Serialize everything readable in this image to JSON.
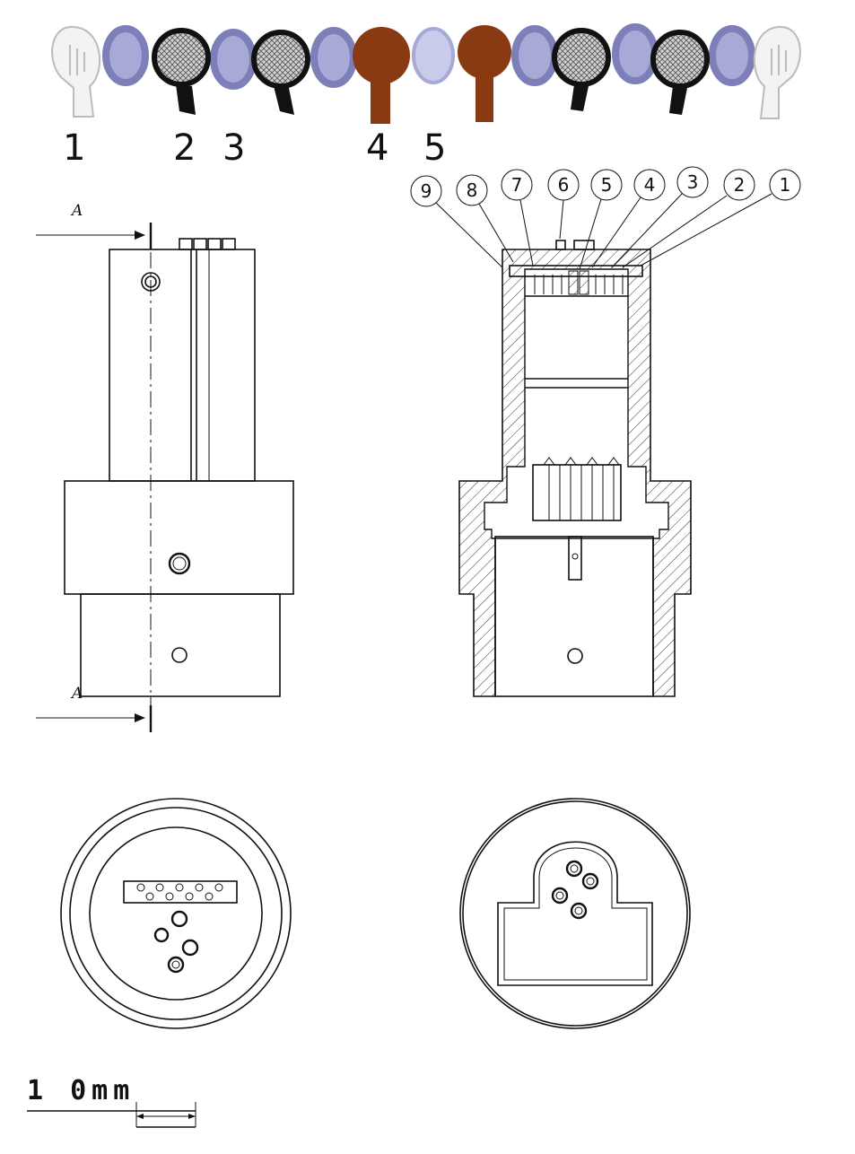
{
  "assembly_labels": [
    "1",
    "2",
    "3",
    "4",
    "5"
  ],
  "callout_labels": [
    "9",
    "8",
    "7",
    "6",
    "5",
    "4",
    "3",
    "2",
    "1"
  ],
  "section_labels": [
    "A",
    "A"
  ],
  "scale_bar": {
    "label": "1 0mm"
  },
  "colors": {
    "electrode_brown": "#8a3a12",
    "spacer_ring": "#a7a9d6",
    "spacer_ring_dark": "#7d80b8",
    "mesh_black": "#111111",
    "end_cap": "#f2f2f2"
  }
}
